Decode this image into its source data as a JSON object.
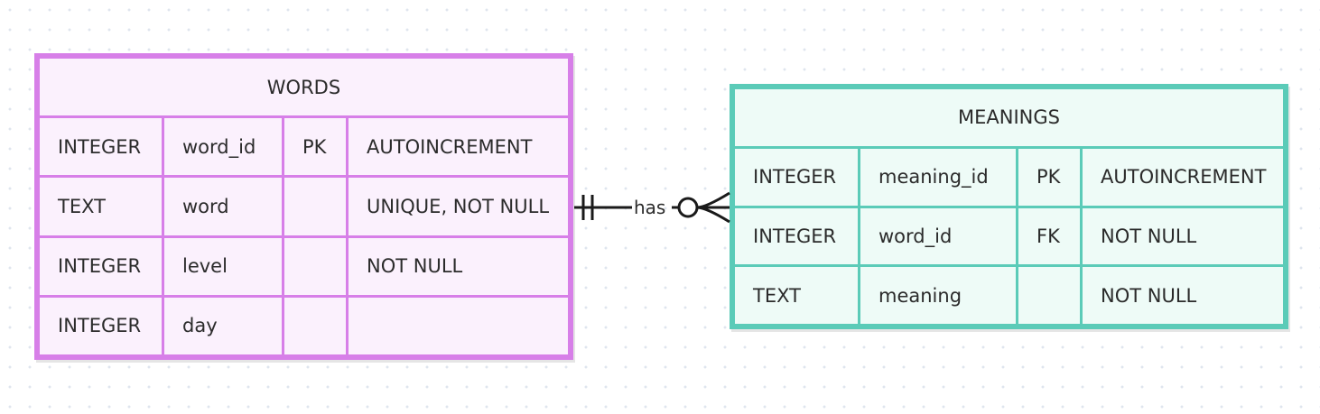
{
  "entities": {
    "words": {
      "name": "WORDS",
      "rows": [
        [
          "INTEGER",
          "word_id",
          "PK",
          "AUTOINCREMENT"
        ],
        [
          "TEXT",
          "word",
          "",
          "UNIQUE, NOT NULL"
        ],
        [
          "INTEGER",
          "level",
          "",
          "NOT NULL"
        ],
        [
          "INTEGER",
          "day",
          "",
          ""
        ]
      ]
    },
    "meanings": {
      "name": "MEANINGS",
      "rows": [
        [
          "INTEGER",
          "meaning_id",
          "PK",
          "AUTOINCREMENT"
        ],
        [
          "INTEGER",
          "word_id",
          "FK",
          "NOT NULL"
        ],
        [
          "TEXT",
          "meaning",
          "",
          "NOT NULL"
        ]
      ]
    }
  },
  "relationship": {
    "label": "has",
    "from_cardinality": "exactly-one",
    "to_cardinality": "zero-or-many"
  },
  "colors": {
    "words_border": "#d77fe8",
    "words_fill": "#fbf1fd",
    "meanings_border": "#5bcbb8",
    "meanings_fill": "#eefbf7",
    "line": "#1a1a1a"
  }
}
